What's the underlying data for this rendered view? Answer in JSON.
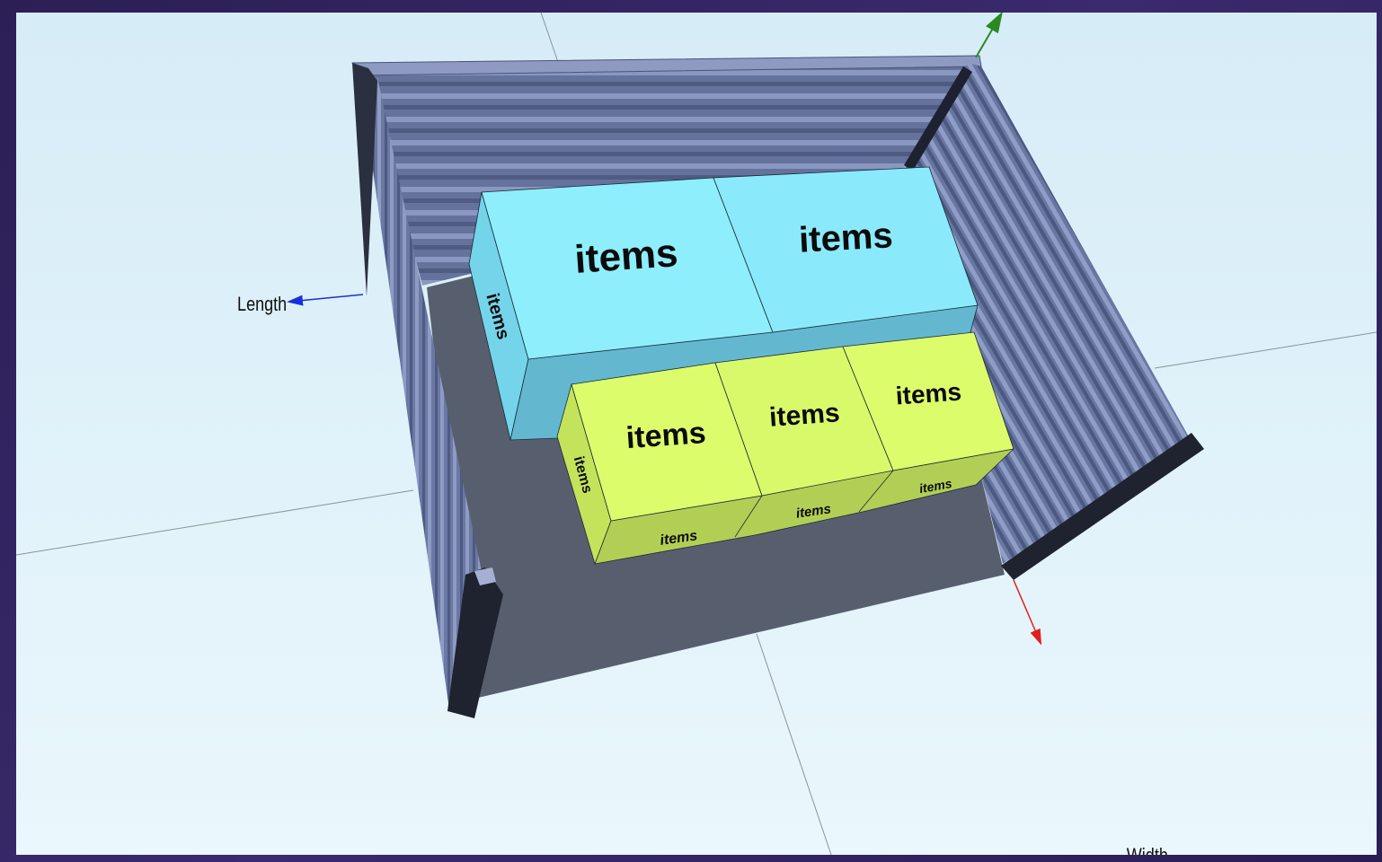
{
  "scene": {
    "background_top": "#d6ecf7",
    "background_bottom": "#eaf6fb",
    "container_color": "#6d7aa6",
    "floor_color": "#575f6e",
    "box_large_color": "#8eeefc",
    "box_small_color": "#dcfc6c"
  },
  "axes": {
    "length_label": "Length",
    "width_label": "Width",
    "x_color": "#e0201c",
    "y_color": "#2b8a1f",
    "z_color": "#1a2ee0"
  },
  "boxes": {
    "label": "items"
  }
}
